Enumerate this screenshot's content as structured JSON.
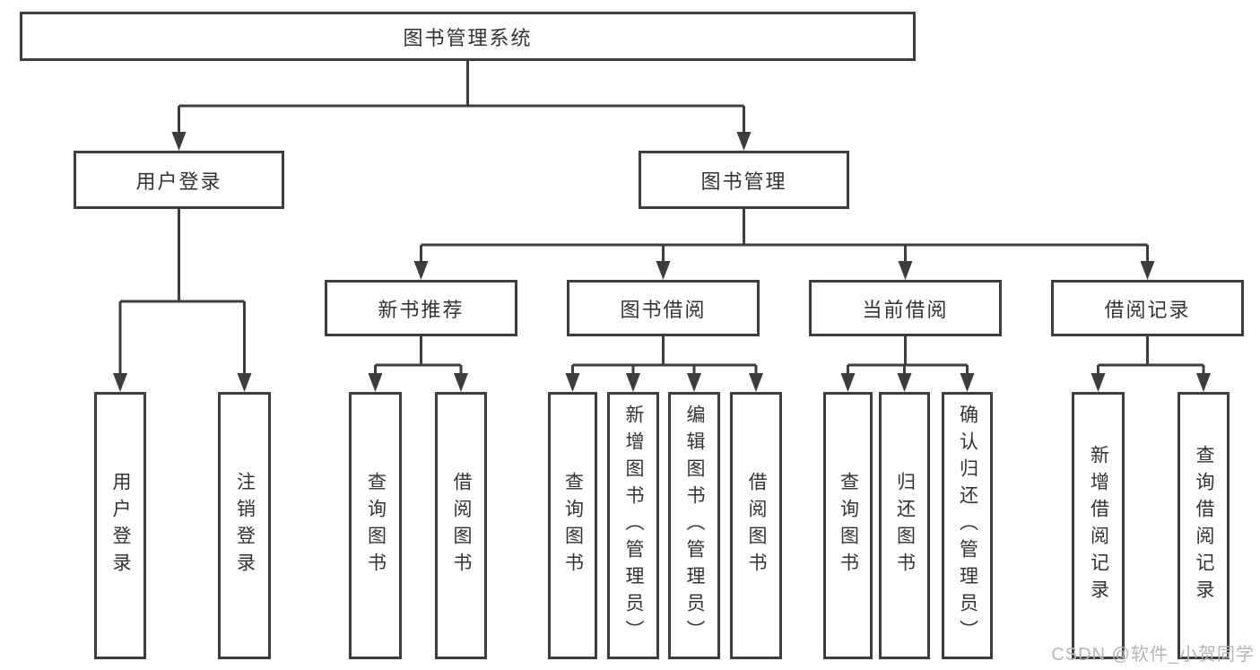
{
  "diagram": {
    "root": "图书管理系统",
    "branches": {
      "user_login": {
        "label": "用户登录",
        "children": [
          "用户登录",
          "注销登录"
        ]
      },
      "book_mgmt": {
        "label": "图书管理",
        "sections": {
          "new_book_rec": {
            "label": "新书推荐",
            "children": [
              "查询图书",
              "借阅图书"
            ]
          },
          "book_borrow": {
            "label": "图书借阅",
            "children": [
              "查询图书",
              "新增图书（管理员）",
              "编辑图书（管理员）",
              "借阅图书"
            ]
          },
          "current_borrow": {
            "label": "当前借阅",
            "children": [
              "查询图书",
              "归还图书",
              "确认归还（管理员）"
            ]
          },
          "borrow_record": {
            "label": "借阅记录",
            "children": [
              "新增借阅记录",
              "查询借阅记录"
            ]
          }
        }
      }
    }
  },
  "watermark": "CSDN @软件_小贺同学",
  "colors": {
    "line": "#3d3d3d",
    "text": "#333333",
    "watermark": "#b5b5b5",
    "background": "#ffffff"
  }
}
